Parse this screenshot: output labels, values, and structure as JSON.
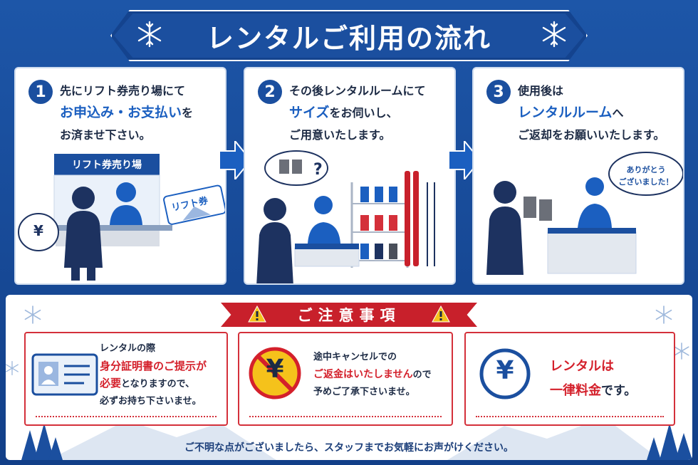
{
  "title": "レンタルご利用の流れ",
  "steps": [
    {
      "number": "1",
      "line1": "先にリフト券売り場にて",
      "highlight": "お申込み・お支払い",
      "line2_tail": "を",
      "line3": "お済ませ下さい。",
      "sign": "リフト券売り場",
      "ticket": "リフト券",
      "bubble": "¥"
    },
    {
      "number": "2",
      "line1": "その後レンタルルームにて",
      "highlight": "サイズ",
      "line2_tail": "をお伺いし、",
      "line3": "ご用意いたします。",
      "bubble": "?"
    },
    {
      "number": "3",
      "line1": "使用後は",
      "highlight": "レンタルルーム",
      "line2_tail": "へ",
      "line3": "ご返却をお願いいたします。",
      "bubble": "ありがとう\nございました！"
    }
  ],
  "notice": {
    "title": "ご注意事項",
    "cards": [
      {
        "line1": "レンタルの際",
        "highlight1": "身分証明書のご提示が",
        "highlight2": "必要",
        "tail2": "となりますので、",
        "line4": "必ずお持ち下さいませ。"
      },
      {
        "line1": "途中キャンセルでの",
        "highlight": "ご返金はいたしません",
        "tail": "ので",
        "line3": "予めご了承下さいませ。",
        "icon": "¥"
      },
      {
        "highlight1": "レンタルは",
        "highlight2": "一律料金",
        "tail": "です。",
        "icon": "¥"
      }
    ]
  },
  "footer": "ご不明な点がございましたら、スタッフまでお気軽にお声がけください。",
  "colors": {
    "navy": "#1b4f9f",
    "red": "#d4202b",
    "accent": "#1b5fc0"
  }
}
